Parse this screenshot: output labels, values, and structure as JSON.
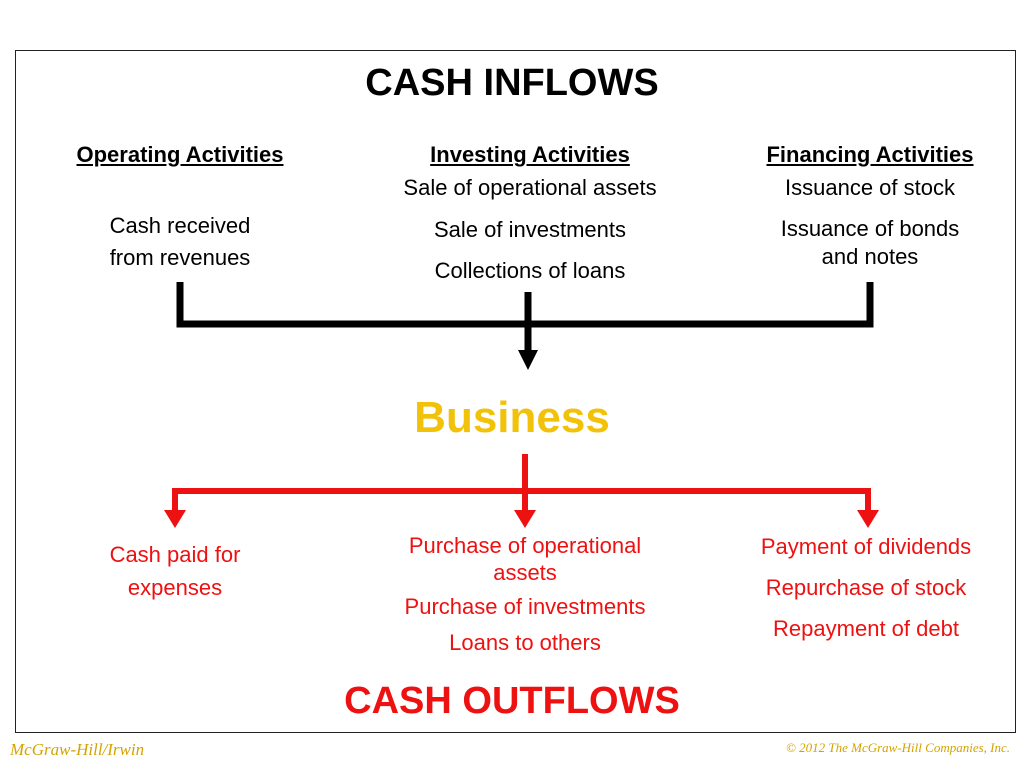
{
  "inflows": {
    "title": "CASH INFLOWS",
    "operating": {
      "heading": "Operating Activities",
      "items": [
        "Cash received",
        "from revenues"
      ]
    },
    "investing": {
      "heading": "Investing Activities",
      "items": [
        "Sale of operational assets",
        "Sale of investments",
        "Collections of loans"
      ]
    },
    "financing": {
      "heading": "Financing Activities",
      "items": [
        "Issuance of stock",
        "Issuance of bonds",
        "and notes"
      ]
    }
  },
  "center": {
    "label": "Business"
  },
  "outflows": {
    "title": "CASH OUTFLOWS",
    "operating": {
      "items": [
        "Cash paid for",
        "expenses"
      ]
    },
    "investing": {
      "items": [
        "Purchase of operational",
        "assets",
        "Purchase of investments",
        "Loans to others"
      ]
    },
    "financing": {
      "items": [
        "Payment of dividends",
        "Repurchase of stock",
        "Repayment of debt"
      ]
    }
  },
  "footer": {
    "publisher": "McGraw-Hill/Irwin",
    "copyright": "© 2012 The McGraw-Hill Companies, Inc."
  },
  "colors": {
    "inflow": "#000000",
    "outflow": "#ee1111",
    "business": "#f2c20a",
    "footer": "#d4a300"
  }
}
